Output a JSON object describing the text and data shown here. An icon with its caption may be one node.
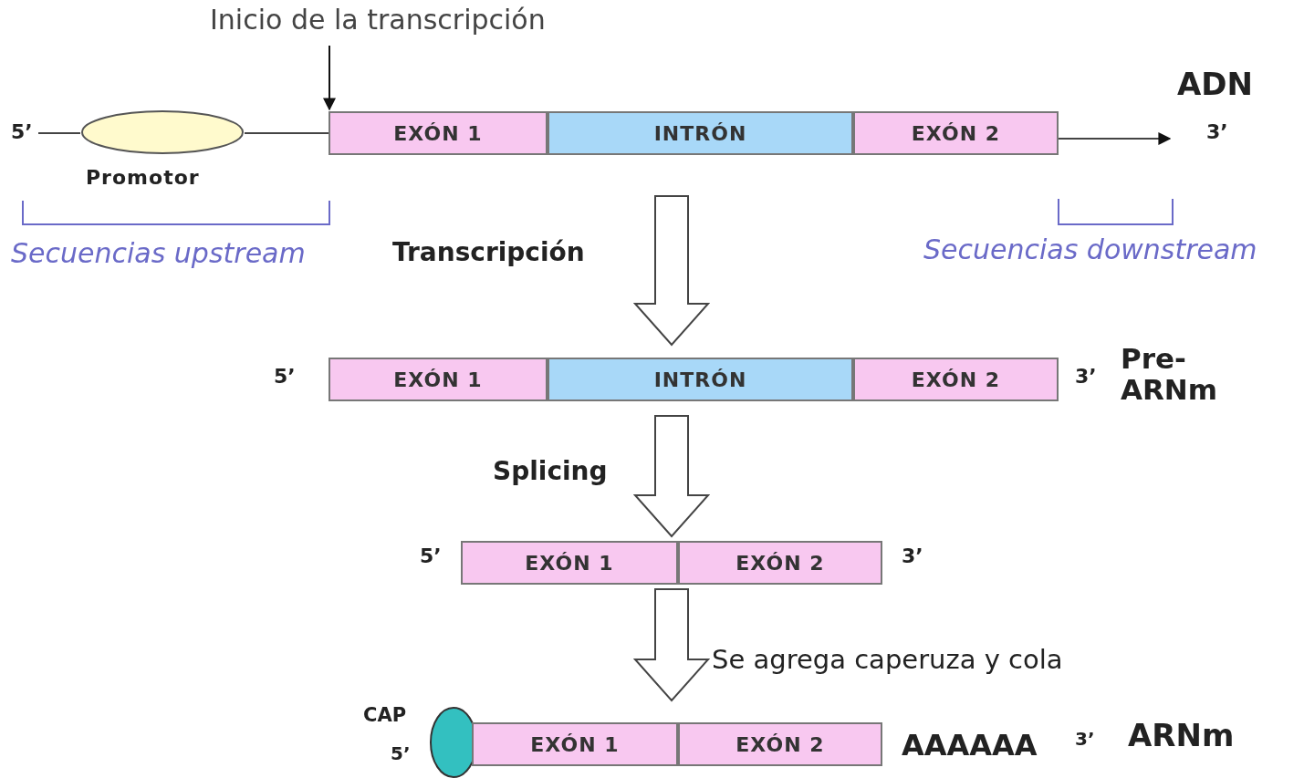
{
  "diagram": {
    "nodes": [
      {
        "text": [
          "ADN"
        ],
        "beside": [
          "5’",
          "3’"
        ]
      },
      {
        "text": [
          "Promotor"
        ],
        "in": 0
      },
      {
        "text": [
          "EXÓN 1"
        ],
        "in": 0
      },
      {
        "text": [
          "INTRÓN"
        ],
        "in": 0
      },
      {
        "text": [
          "EXÓN 2"
        ],
        "in": 0
      },
      {
        "text": [
          "Pre- ARNm"
        ],
        "beside": [
          "5’",
          "3’"
        ]
      },
      {
        "text": [
          "EXÓN 1"
        ],
        "in": 5
      },
      {
        "text": [
          "INTRÓN"
        ],
        "in": 5
      },
      {
        "text": [
          "EXÓN 2"
        ],
        "in": 5
      },
      {
        "text": [],
        "shape": "bar",
        "beside": [
          "5’",
          "3’"
        ]
      },
      {
        "text": [
          "EXÓN 1"
        ],
        "in": 9
      },
      {
        "text": [
          "EXÓN 2"
        ],
        "in": 9
      },
      {
        "text": [
          "ARNm"
        ],
        "beside": [
          "5’",
          "AAAAAA",
          "3’"
        ]
      },
      {
        "text": [
          "CAP"
        ],
        "in": 12
      },
      {
        "text": [
          "EXÓN 1"
        ],
        "in": 12
      },
      {
        "text": [
          "EXÓN 2"
        ],
        "in": 12
      },
      {
        "text": [
          "Inicio de la transcripción"
        ]
      }
    ],
    "edges": [
      {
        "from": 16,
        "to": 2,
        "arrow": "to"
      },
      {
        "from": 0,
        "to": 5,
        "arrow": "to",
        "label": "Transcripción"
      },
      {
        "from": 5,
        "to": 9,
        "arrow": "to",
        "label": "Splicing"
      },
      {
        "from": 9,
        "to": 12,
        "arrow": "to",
        "label": "Se agrega caperuza y cola"
      },
      {
        "from": null,
        "to": 1,
        "arrow": "none"
      },
      {
        "from": 1,
        "to": 2,
        "arrow": "none"
      },
      {
        "from": 4,
        "to": null,
        "arrow": "to"
      }
    ],
    "labels": [
      "Secuencias upstream",
      "Secuencias downstream"
    ]
  }
}
